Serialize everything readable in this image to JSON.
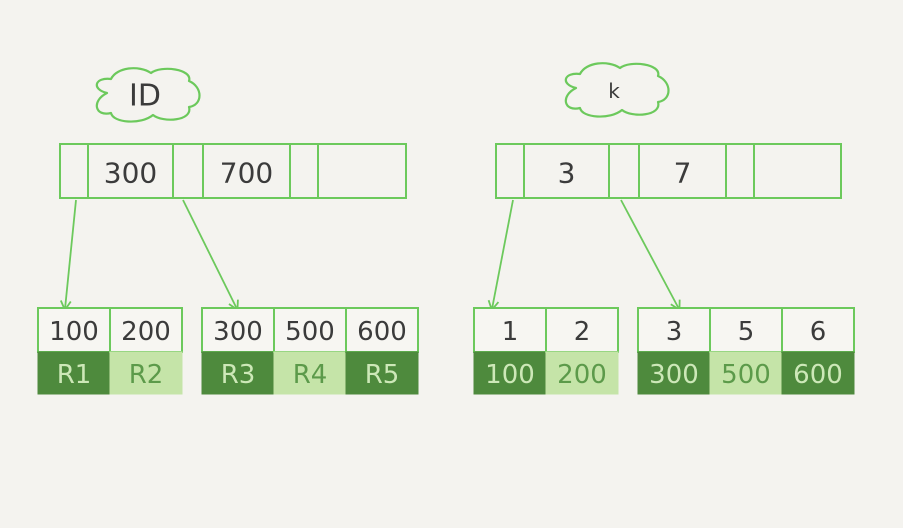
{
  "colors": {
    "line": "#6cc95c",
    "dark_fill": "#4e8a3d",
    "light_fill": "#c5e4a8",
    "dark_text": "#cde8b8",
    "light_text": "#5c9a4a",
    "key_text": "#3b3b3b",
    "background": "#f4f3ef"
  },
  "trees": [
    {
      "name": "id-index",
      "label": "ID",
      "root_keys": [
        "300",
        "700"
      ],
      "leaves": [
        {
          "keys": [
            "100",
            "200"
          ],
          "rows": [
            "R1",
            "R2"
          ]
        },
        {
          "keys": [
            "300",
            "500",
            "600"
          ],
          "rows": [
            "R3",
            "R4",
            "R5"
          ]
        }
      ]
    },
    {
      "name": "k-index",
      "label": "k",
      "root_keys": [
        "3",
        "7"
      ],
      "leaves": [
        {
          "keys": [
            "1",
            "2"
          ],
          "rows": [
            "100",
            "200"
          ]
        },
        {
          "keys": [
            "3",
            "5",
            "6"
          ],
          "rows": [
            "300",
            "500",
            "600"
          ]
        }
      ]
    }
  ]
}
